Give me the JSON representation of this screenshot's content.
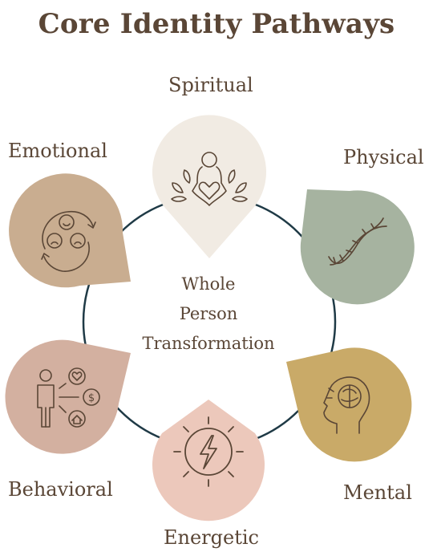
{
  "title": "Core Identity Pathways",
  "center": {
    "line1": "Whole",
    "line2": "Person",
    "line3": "Transformation"
  },
  "pathways": {
    "spiritual": "Spiritual",
    "physical": "Physical",
    "mental": "Mental",
    "energetic": "Energetic",
    "behavioral": "Behavioral",
    "emotional": "Emotional"
  },
  "colors": {
    "title_text": "#5a4636",
    "ring": "#1f3a46",
    "spiritual": "#f1ebe3",
    "physical": "#a6b3a0",
    "mental": "#c9aa68",
    "energetic": "#ecc8bb",
    "behavioral": "#d3b0a0",
    "emotional": "#c9ad90",
    "icon_stroke": "#5a4636"
  },
  "icons": {
    "spiritual": "meditating-person-heart-icon",
    "physical": "dna-helix-icon",
    "mental": "head-brain-icon",
    "energetic": "sun-lightning-icon",
    "behavioral": "person-choices-icon",
    "emotional": "emotion-faces-cycle-icon"
  }
}
